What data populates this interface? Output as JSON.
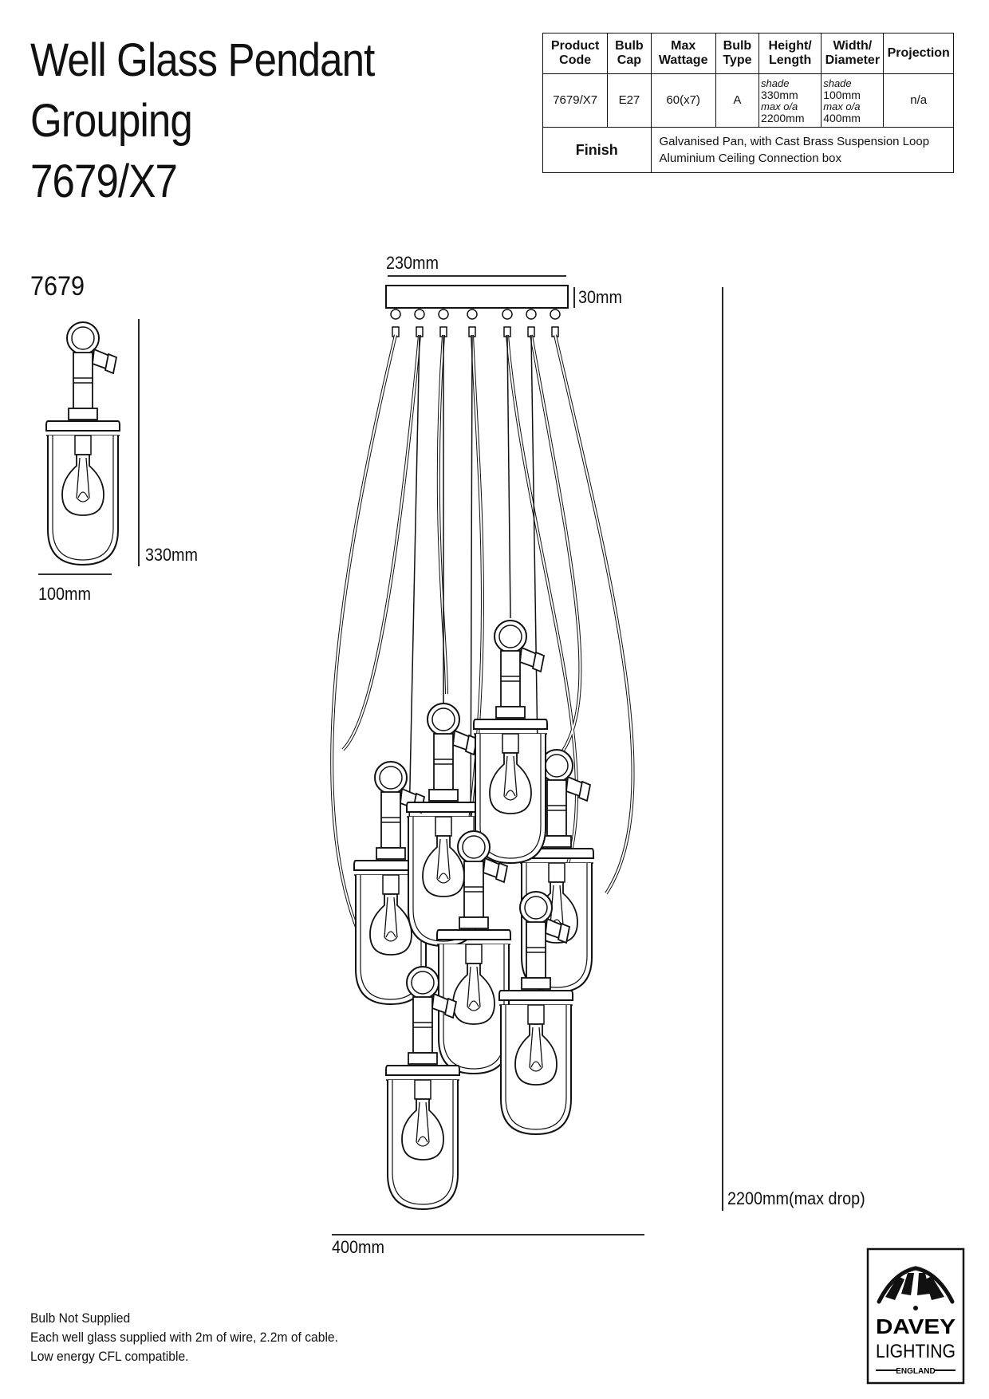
{
  "title": {
    "line1": "Well Glass Pendant",
    "line2": "Grouping",
    "line3": "7679/X7"
  },
  "spec_table": {
    "headers": [
      "Product Code",
      "Bulb Cap",
      "Max Wattage",
      "Bulb Type",
      "Height/ Length",
      "Width/ Diameter",
      "Projection"
    ],
    "row": {
      "product_code": "7679/X7",
      "bulb_cap": "E27",
      "max_wattage": "60(x7)",
      "bulb_type": "A",
      "height_shade_label": "shade",
      "height_shade": "330mm",
      "height_max_label": "max o/a",
      "height_max": "2200mm",
      "width_shade_label": "shade",
      "width_shade": "100mm",
      "width_max_label": "max o/a",
      "width_max": "400mm",
      "projection": "n/a"
    },
    "finish_label": "Finish",
    "finish_line1": "Galvanised Pan, with Cast Brass Suspension Loop",
    "finish_line2": "Aluminium Ceiling Connection box"
  },
  "single_fitting": {
    "model": "7679",
    "height": "330mm",
    "width": "100mm"
  },
  "grouping_dims": {
    "canopy_width": "230mm",
    "canopy_depth": "30mm",
    "max_drop": "2200mm(max drop)",
    "overall_width": "400mm"
  },
  "notes": [
    "Bulb Not Supplied",
    "Each well glass supplied with 2m of wire, 2.2m of cable.",
    "Low energy CFL compatible."
  ],
  "logo": {
    "line1": "DAVEY",
    "line2": "LIGHTING",
    "line3": "ENGLAND"
  }
}
